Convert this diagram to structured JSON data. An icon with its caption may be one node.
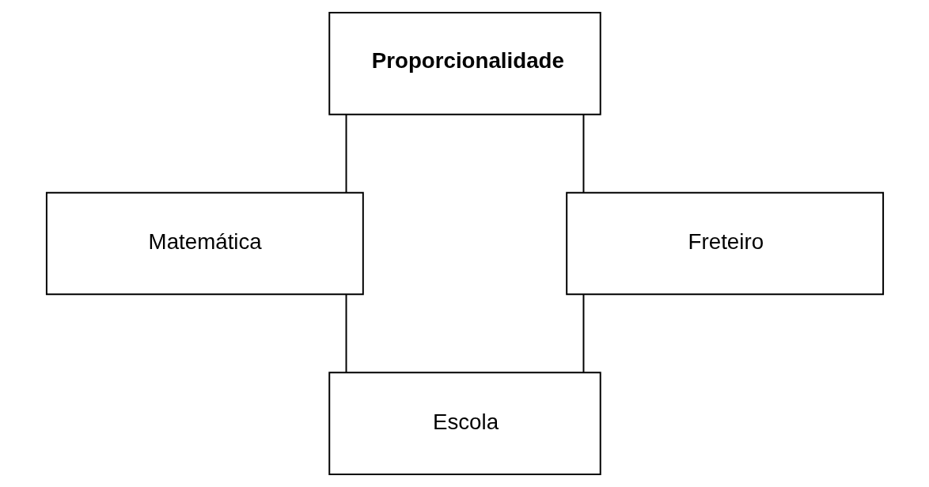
{
  "diagram": {
    "nodes": [
      {
        "text": [
          "Proporcionalidade"
        ]
      },
      {
        "text": [
          "Matemática"
        ]
      },
      {
        "text": [
          "Freteiro"
        ]
      },
      {
        "text": [
          "Escola"
        ]
      }
    ],
    "edges": [
      {
        "from": 0,
        "to": 1,
        "arrow": "none"
      },
      {
        "from": 0,
        "to": 2,
        "arrow": "none"
      },
      {
        "from": 1,
        "to": 3,
        "arrow": "none"
      },
      {
        "from": 2,
        "to": 3,
        "arrow": "none"
      }
    ]
  }
}
